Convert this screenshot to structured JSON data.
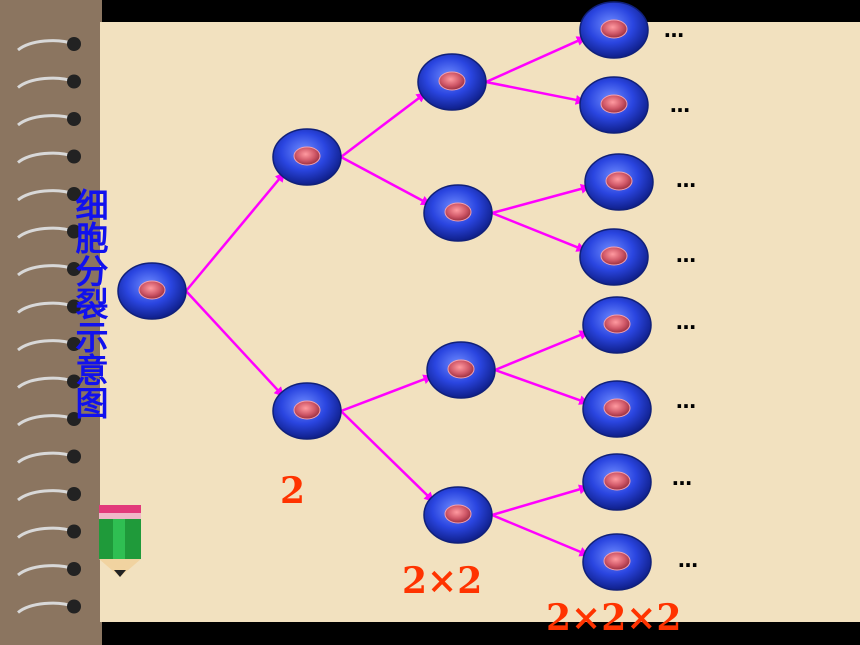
{
  "title": "细胞分裂示意图",
  "generation_labels": [
    "2",
    "2×2",
    "2×2×2"
  ],
  "ellipsis": "…",
  "colors": {
    "background": "#000000",
    "board": "#8b7560",
    "paper": "#f2e1bf",
    "arrow": "#ff00ff",
    "title": "#1111ee",
    "count_label": "#ff3300",
    "cell_outer": "#1a2fc8",
    "cell_nucleus": "#c86070"
  },
  "icons": [
    "spiral-binding-icon",
    "pencil-icon",
    "cell-icon"
  ]
}
